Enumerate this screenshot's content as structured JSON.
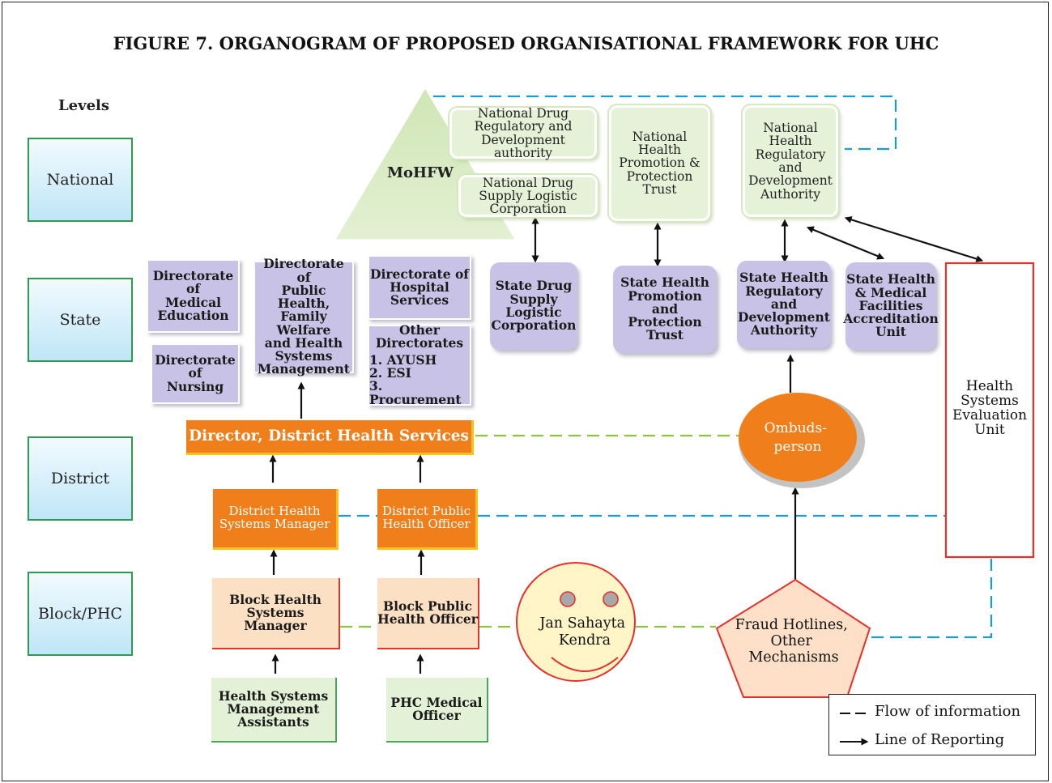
{
  "title": "FIGURE 7. ORGANOGRAM OF PROPOSED ORGANISATIONAL FRAMEWORK FOR UHC",
  "levels_heading": "Levels",
  "levels": {
    "national": "National",
    "state": "State",
    "district": "District",
    "block": "Block/PHC"
  },
  "national": {
    "mohfw": "MoHFW",
    "drug_regulatory": "National Drug\nRegulatory and\nDevelopment authority",
    "drug_supply": "National Drug\nSupply Logistic\nCorporation",
    "promotion_trust": "National\nHealth\nPromotion &\nProtection\nTrust",
    "health_regulatory": "National\nHealth\nRegulatory and\nDevelopment\nAuthority"
  },
  "state": {
    "med_education": "Directorate\nof\nMedical\nEducation",
    "nursing": "Directorate\nof\nNursing",
    "public_health": "Directorate of\nPublic Health,\nFamily Welfare\nand Health\nSystems\nManagement",
    "hospital_services": "Directorate of\nHospital\nServices",
    "other_directorates": "Other\nDirectorates",
    "other_list": "1. AYUSH\n2. ESI\n3. Procurement",
    "drug_supply": "State Drug\nSupply\nLogistic\nCorporation",
    "promotion_trust": "State Health\nPromotion\nand\nProtection\nTrust",
    "regulatory": "State Health\nRegulatory\nand\nDevelopment\nAuthority",
    "accreditation": "State Health\n& Medical\nFacilities\nAccreditation\nUnit"
  },
  "evaluation_unit": "Health\nSystems\nEvaluation\nUnit",
  "district": {
    "director": "Director, District Health Services",
    "ombudsperson_line1": "Ombuds-",
    "ombudsperson_line2": "person",
    "systems_manager": "District Health\nSystems Manager",
    "public_health_officer": "District Public\nHealth Officer"
  },
  "block": {
    "systems_manager": "Block Health\nSystems\nManager",
    "public_health_officer": "Block Public\nHealth Officer",
    "jan_line1": "Jan Sahayta",
    "jan_line2": "Kendra",
    "fraud_line1": "Fraud Hotlines,",
    "fraud_line2": "Other",
    "fraud_line3": "Mechanisms",
    "assistants": "Health Systems\nManagement\nAssistants",
    "phc_officer": "PHC Medical\nOfficer"
  },
  "legend": {
    "flow": "Flow of information",
    "reporting": "Line of Reporting"
  },
  "colors": {
    "info_blue": "#1a9ad6",
    "info_green": "#8cc63f",
    "orange": "#f07f1b",
    "purple": "#c8c3e6",
    "red_border": "#e8302a"
  }
}
